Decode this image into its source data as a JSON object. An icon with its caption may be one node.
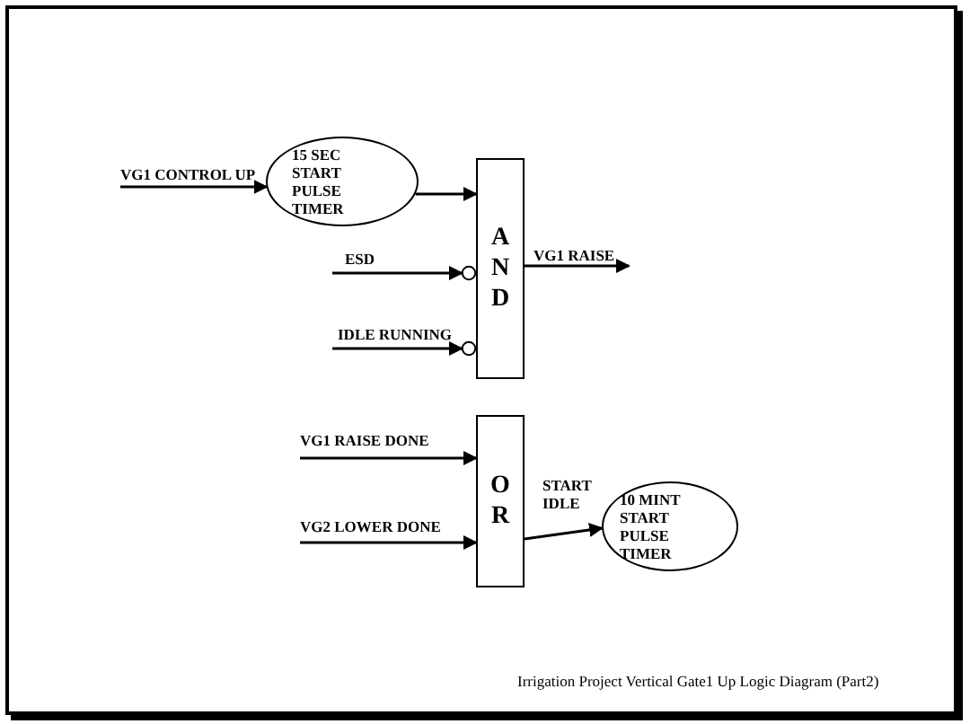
{
  "diagram": {
    "caption": "Irrigation Project Vertical Gate1 Up Logic Diagram (Part2)",
    "nodes": [
      {
        "text": [
          "15 SEC START PULSE TIMER"
        ]
      },
      {
        "text": [
          "AND"
        ]
      },
      {
        "text": [
          "OR"
        ]
      },
      {
        "text": [
          "10 MINT START PULSE TIMER"
        ]
      }
    ],
    "edges": [
      {
        "from": null,
        "to": 0,
        "arrow": "to",
        "label": "VG1 CONTROL UP"
      },
      {
        "from": 0,
        "to": 1,
        "arrow": "to"
      },
      {
        "from": null,
        "to": 1,
        "arrow": "to",
        "label": "ESD"
      },
      {
        "from": null,
        "to": 1,
        "arrow": "to",
        "label": "IDLE RUNNING"
      },
      {
        "from": 1,
        "to": null,
        "arrow": "to",
        "label": "VG1 RAISE"
      },
      {
        "from": null,
        "to": 2,
        "arrow": "to",
        "label": "VG1 RAISE DONE"
      },
      {
        "from": null,
        "to": 2,
        "arrow": "to",
        "label": "VG2 LOWER DONE"
      },
      {
        "from": 2,
        "to": 3,
        "arrow": "to",
        "label": "START IDLE"
      }
    ]
  }
}
